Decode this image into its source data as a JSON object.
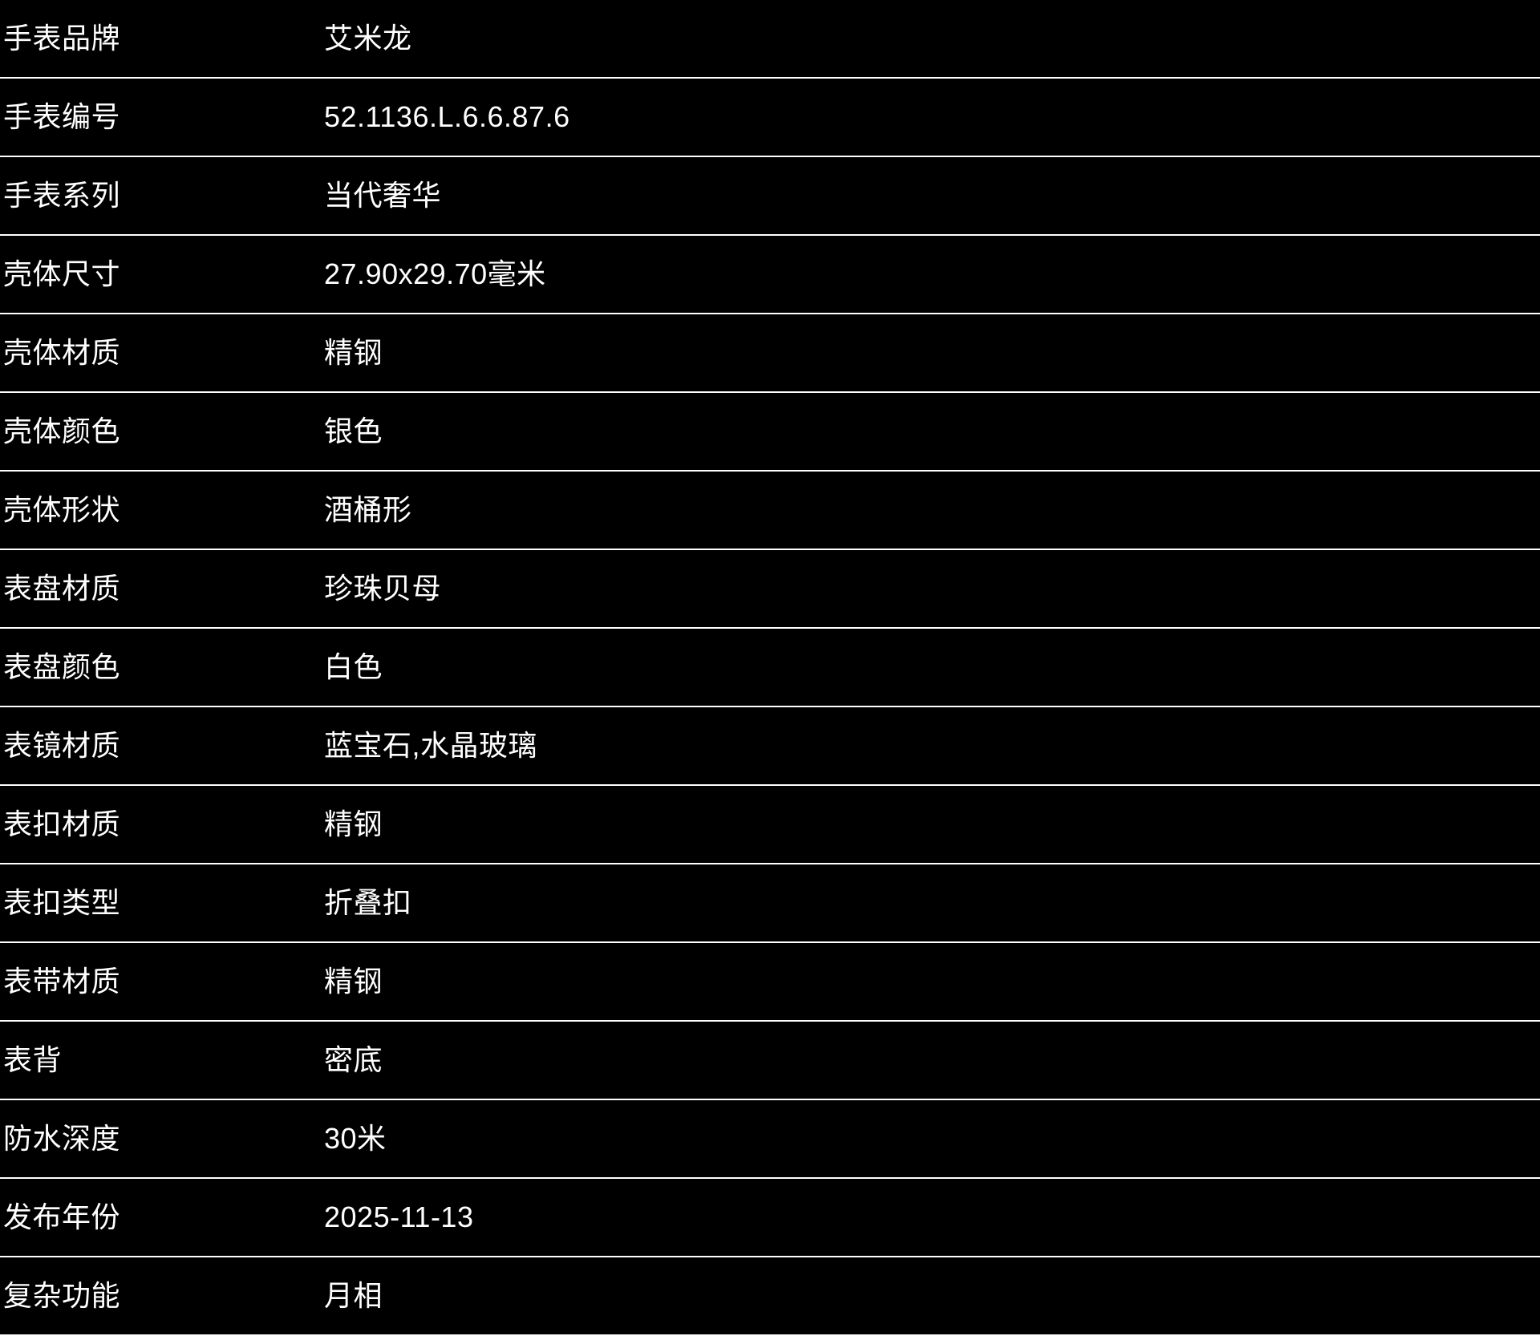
{
  "colors": {
    "background": "#000000",
    "text": "#ffffff",
    "divider": "#ffffff"
  },
  "table": {
    "rows": [
      {
        "label": "手表品牌",
        "value": "艾米龙"
      },
      {
        "label": "手表编号",
        "value": "52.1136.L.6.6.87.6"
      },
      {
        "label": "手表系列",
        "value": "当代奢华"
      },
      {
        "label": "壳体尺寸",
        "value": "27.90x29.70毫米"
      },
      {
        "label": "壳体材质",
        "value": "精钢"
      },
      {
        "label": "壳体颜色",
        "value": "银色"
      },
      {
        "label": "壳体形状",
        "value": "酒桶形"
      },
      {
        "label": "表盘材质",
        "value": "珍珠贝母"
      },
      {
        "label": "表盘颜色",
        "value": "白色"
      },
      {
        "label": "表镜材质",
        "value": "蓝宝石,水晶玻璃"
      },
      {
        "label": "表扣材质",
        "value": "精钢"
      },
      {
        "label": "表扣类型",
        "value": "折叠扣"
      },
      {
        "label": "表带材质",
        "value": "精钢"
      },
      {
        "label": "表背",
        "value": "密底"
      },
      {
        "label": "防水深度",
        "value": "30米"
      },
      {
        "label": "发布年份",
        "value": "2025-11-13"
      },
      {
        "label": "复杂功能",
        "value": "月相"
      }
    ]
  }
}
